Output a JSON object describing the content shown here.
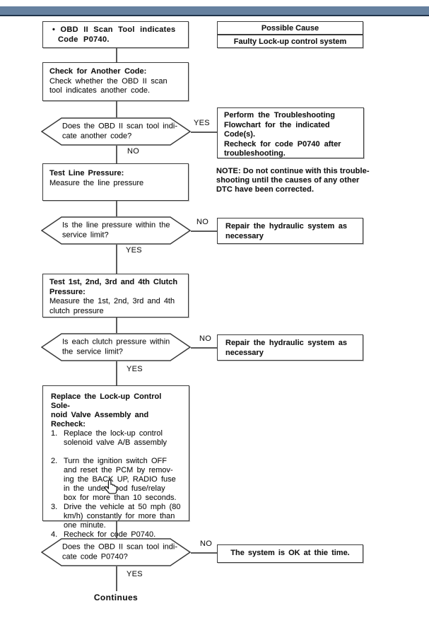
{
  "colors": {
    "top_bar": "#66819f",
    "top_bar_edge": "#203349"
  },
  "cause_table": {
    "header": "Possible Cause",
    "value": "Faulty Lock-up control system"
  },
  "start_box": {
    "line1": "• OBD II Scan Tool indicates",
    "line2": "Code P0740."
  },
  "check_box": {
    "title": "Check for Another Code:",
    "body": [
      "Check whether the OBD II scan",
      "tool indicates another code."
    ]
  },
  "decision1": {
    "lines": [
      "Does the OBD II scan tool indi-",
      "cate another code?"
    ],
    "yes_label": "YES",
    "no_label": "NO"
  },
  "perform_box": {
    "lines": [
      "Perform the Troubleshooting",
      "Flowchart for the indicated",
      "Code(s).",
      "Recheck for code P0740 after",
      "troubleshooting."
    ]
  },
  "note": {
    "lines": [
      "NOTE:  Do not continue with this trouble-",
      "shooting until the causes of any other",
      "DTC have been corrected."
    ]
  },
  "line_pressure_box": {
    "title": "Test Line Pressure:",
    "body": [
      "Measure the line pressure"
    ]
  },
  "decision2": {
    "lines": [
      "Is the line pressure within the",
      "service limit?"
    ],
    "yes_label": "YES",
    "no_label": "NO"
  },
  "repair_box1": {
    "lines": [
      "Repair the hydraulic system as",
      "necessary"
    ]
  },
  "clutch_box": {
    "title": [
      "Test 1st, 2nd, 3rd and 4th Clutch",
      "Pressure:"
    ],
    "body": [
      "Measure the 1st, 2nd, 3rd and 4th",
      "clutch pressure"
    ]
  },
  "decision3": {
    "lines": [
      "Is each clutch pressure within",
      "the service limit?"
    ],
    "yes_label": "YES",
    "no_label": "NO"
  },
  "repair_box2": {
    "lines": [
      "Repair the hydraulic system as",
      "necessary"
    ]
  },
  "replace_box": {
    "title": [
      "Replace the Lock-up Control Sole-",
      "noid Valve Assembly and Recheck:"
    ],
    "items": [
      {
        "num": "1.",
        "lines": [
          "Replace the lock-up control",
          "solenoid valve A/B assembly"
        ]
      },
      {
        "num": "2.",
        "lines": [
          "Turn the ignition switch OFF",
          "and reset the PCM by remov-",
          "ing the BACK UP, RADIO fuse",
          "in the under-hood fuse/relay",
          "box for more than 10 seconds."
        ]
      },
      {
        "num": "3.",
        "lines": [
          "Drive the vehicle at 50 mph (80",
          "km/h) constantly for more than",
          "one minute."
        ]
      },
      {
        "num": "4.",
        "lines": [
          "Recheck for code P0740."
        ]
      }
    ]
  },
  "decision4": {
    "lines": [
      "Does the OBD II scan tool indi-",
      "cate code P0740?"
    ],
    "yes_label": "YES",
    "no_label": "NO"
  },
  "ok_box": {
    "text": "The system is OK at thie time."
  },
  "continues_label": "Continues",
  "cursor": {
    "icon": "hand-pointer"
  }
}
